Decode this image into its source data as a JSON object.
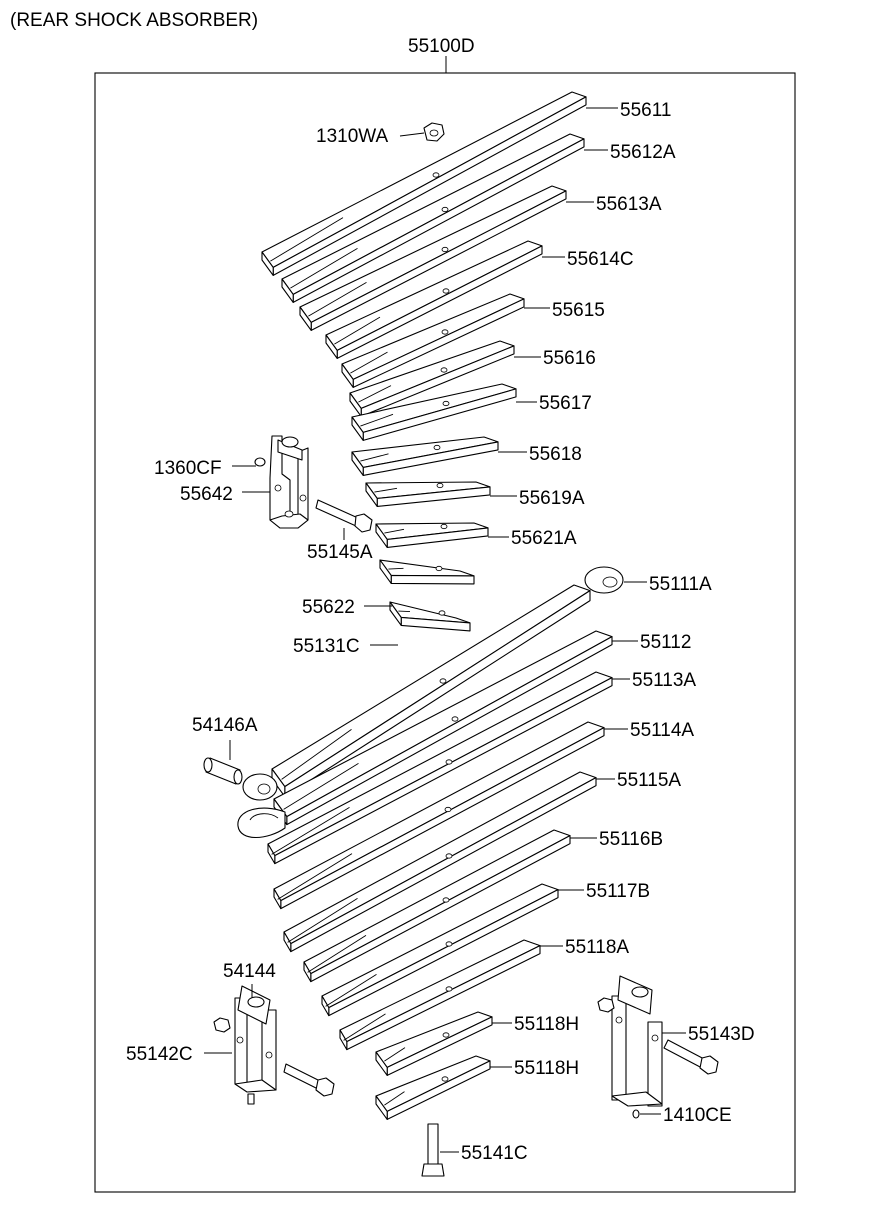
{
  "title": "(REAR SHOCK ABSORBER)",
  "assembly": "55100D",
  "parts": [
    {
      "id": "p-55611",
      "label": "55611"
    },
    {
      "id": "p-1310wa",
      "label": "1310WA"
    },
    {
      "id": "p-55612a",
      "label": "55612A"
    },
    {
      "id": "p-55613a",
      "label": "55613A"
    },
    {
      "id": "p-55614c",
      "label": "55614C"
    },
    {
      "id": "p-55615",
      "label": "55615"
    },
    {
      "id": "p-55616",
      "label": "55616"
    },
    {
      "id": "p-55617",
      "label": "55617"
    },
    {
      "id": "p-55618",
      "label": "55618"
    },
    {
      "id": "p-1360cf",
      "label": "1360CF"
    },
    {
      "id": "p-55642",
      "label": "55642"
    },
    {
      "id": "p-55619a",
      "label": "55619A"
    },
    {
      "id": "p-55145a",
      "label": "55145A"
    },
    {
      "id": "p-55621a",
      "label": "55621A"
    },
    {
      "id": "p-55111a",
      "label": "55111A"
    },
    {
      "id": "p-55622",
      "label": "55622"
    },
    {
      "id": "p-55112",
      "label": "55112"
    },
    {
      "id": "p-55131c",
      "label": "55131C"
    },
    {
      "id": "p-55113a",
      "label": "55113A"
    },
    {
      "id": "p-54146a",
      "label": "54146A"
    },
    {
      "id": "p-55114a",
      "label": "55114A"
    },
    {
      "id": "p-55115a",
      "label": "55115A"
    },
    {
      "id": "p-55116b",
      "label": "55116B"
    },
    {
      "id": "p-55117b",
      "label": "55117B"
    },
    {
      "id": "p-55118a",
      "label": "55118A"
    },
    {
      "id": "p-54144",
      "label": "54144"
    },
    {
      "id": "p-55118h-1",
      "label": "55118H"
    },
    {
      "id": "p-55143d",
      "label": "55143D"
    },
    {
      "id": "p-55142c",
      "label": "55142C"
    },
    {
      "id": "p-55118h-2",
      "label": "55118H"
    },
    {
      "id": "p-1410ce",
      "label": "1410CE"
    },
    {
      "id": "p-55141c",
      "label": "55141C"
    }
  ]
}
